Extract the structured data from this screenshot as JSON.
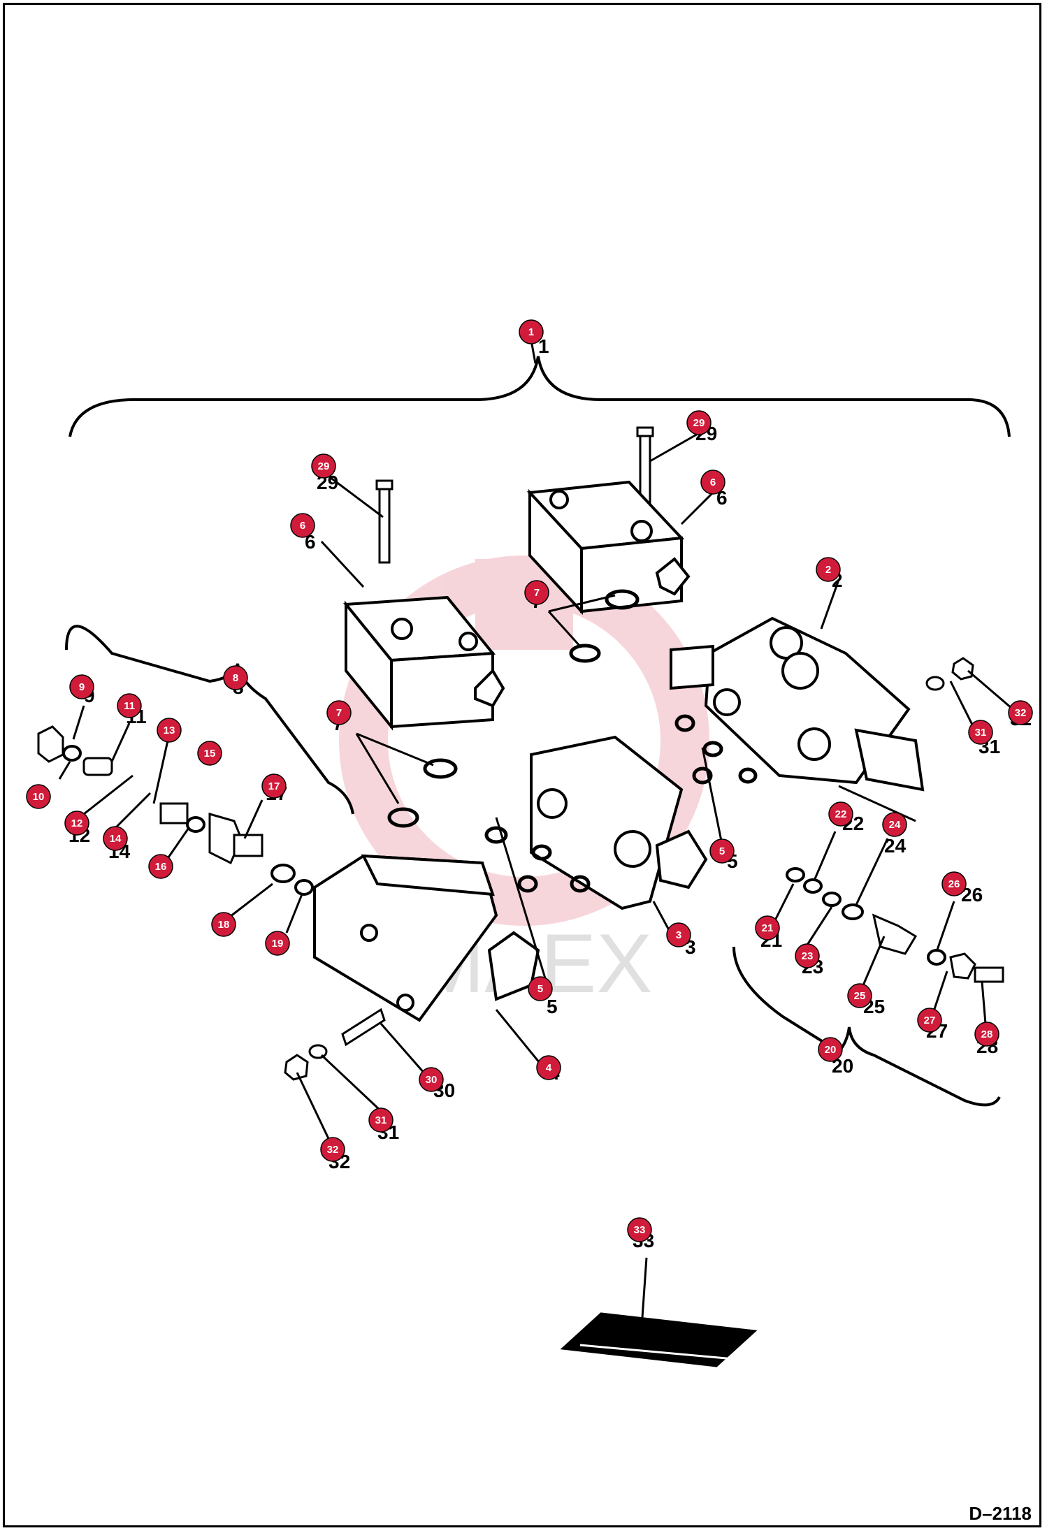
{
  "diagram": {
    "code": "D–2118",
    "watermark": "IMAEX",
    "callout_color": "#d01c3a",
    "callouts": [
      "1",
      "2",
      "3",
      "4",
      "5",
      "5",
      "6",
      "6",
      "7",
      "7",
      "8",
      "9",
      "10",
      "11",
      "12",
      "13",
      "14",
      "15",
      "16",
      "17",
      "18",
      "19",
      "20",
      "21",
      "22",
      "23",
      "24",
      "25",
      "26",
      "27",
      "28",
      "29",
      "29",
      "30",
      "31",
      "31",
      "32",
      "32",
      "33"
    ],
    "plain_numbers": [
      "1",
      "2",
      "3",
      "4",
      "5",
      "5",
      "6",
      "6",
      "7",
      "7",
      "8",
      "9",
      "11",
      "12",
      "14",
      "17",
      "20",
      "21",
      "22",
      "23",
      "24",
      "25",
      "26",
      "27",
      "28",
      "29",
      "29",
      "30",
      "31",
      "31",
      "32",
      "32",
      "33"
    ]
  }
}
